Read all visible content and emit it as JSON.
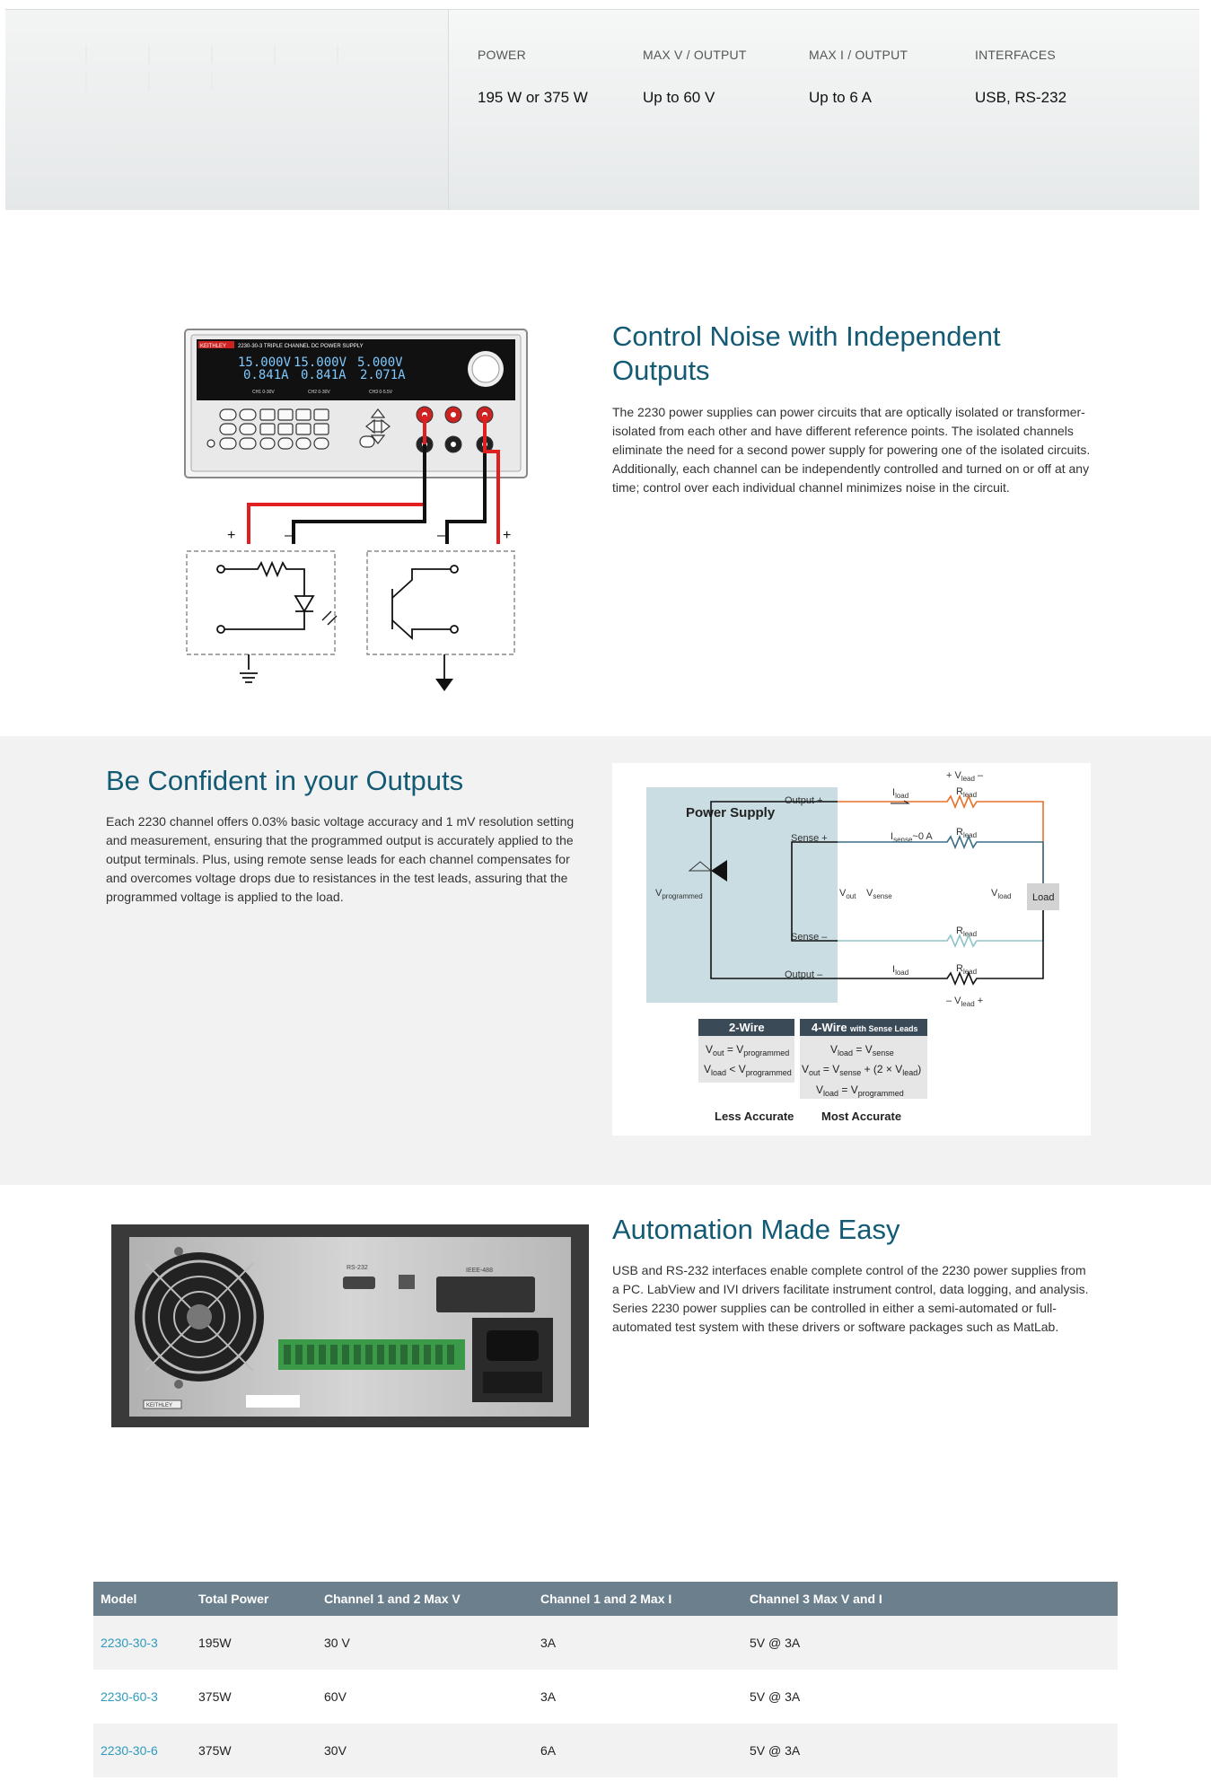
{
  "specs": [
    {
      "label": "POWER",
      "value": "195 W or 375 W"
    },
    {
      "label": "MAX V / OUTPUT",
      "value": "Up to 60 V"
    },
    {
      "label": "MAX I / OUTPUT",
      "value": "Up to 6 A"
    },
    {
      "label": "INTERFACES",
      "value": "USB, RS-232"
    }
  ],
  "section1": {
    "title_line1": "Control Noise with Independent",
    "title_line2": "Outputs",
    "body": "The 2230 power supplies can power circuits that are optically isolated or transformer-isolated from each other and have different reference points. The isolated channels eliminate the need for a second power supply for powering one of the isolated circuits. Additionally, each channel can be independently controlled and turned on or off at any time; control over each individual channel minimizes noise in the circuit.",
    "panel": {
      "brand": "KEITHLEY",
      "model": "2230-30-3 TRIPLE CHANNEL DC POWER SUPPLY",
      "v1": "15.000V",
      "v2": "15.000V",
      "v3": "5.000V",
      "a1": "0.841A",
      "a2": "0.841A",
      "a3": "2.071A",
      "ch1": "CH1 0-30V",
      "ch2": "CH2 0-30V",
      "ch3": "CH3 0-5.5V"
    }
  },
  "section2": {
    "title": "Be Confident in your Outputs",
    "body": "Each 2230 channel offers 0.03% basic voltage accuracy and 1 mV resolution setting and measurement, ensuring that the programmed output is accurately applied to the output terminals. Plus, using remote sense leads for each channel compensates for and overcomes voltage drops due to resistances in the test leads, assuring that the programmed voltage is applied to the load.",
    "diagram": {
      "power_supply": "Power Supply",
      "output_plus": "Output +",
      "sense_plus": "Sense +",
      "sense_minus": "Sense –",
      "output_minus": "Output –",
      "load": "Load",
      "two_wire": "2-Wire",
      "four_wire": "4-Wire",
      "four_wire_small": "with Sense Leads",
      "less_accurate": "Less Accurate",
      "most_accurate": "Most Accurate"
    }
  },
  "section3": {
    "title": "Automation Made Easy",
    "body": "USB and RS-232 interfaces enable complete control of the 2230 power supplies from a PC. LabView and IVI drivers facilitate instrument control, data logging, and analysis. Series 2230 power supplies can be controlled in either a semi-automated or full-automated test system with these drivers or software packages such as MatLab.",
    "rear": {
      "rs232": "RS-232",
      "ieee": "IEEE-488",
      "brand": "KEITHLEY"
    }
  },
  "table": {
    "headers": [
      "Model",
      "Total Power",
      "Channel 1 and 2 Max V",
      "Channel 1 and 2 Max I",
      "Channel 3 Max V and I"
    ],
    "rows": [
      [
        "2230-30-3",
        "195W",
        "30 V",
        "3A",
        "5V @ 3A"
      ],
      [
        "2230-60-3",
        "375W",
        "60V",
        "3A",
        "5V @ 3A"
      ],
      [
        "2230-30-6",
        "375W",
        "30V",
        "6A",
        "5V @ 3A"
      ]
    ]
  },
  "colors": {
    "heading": "#135a74",
    "link": "#2d9bbd",
    "table_header": "#6b7f8c",
    "lead_red": "#e02020"
  }
}
